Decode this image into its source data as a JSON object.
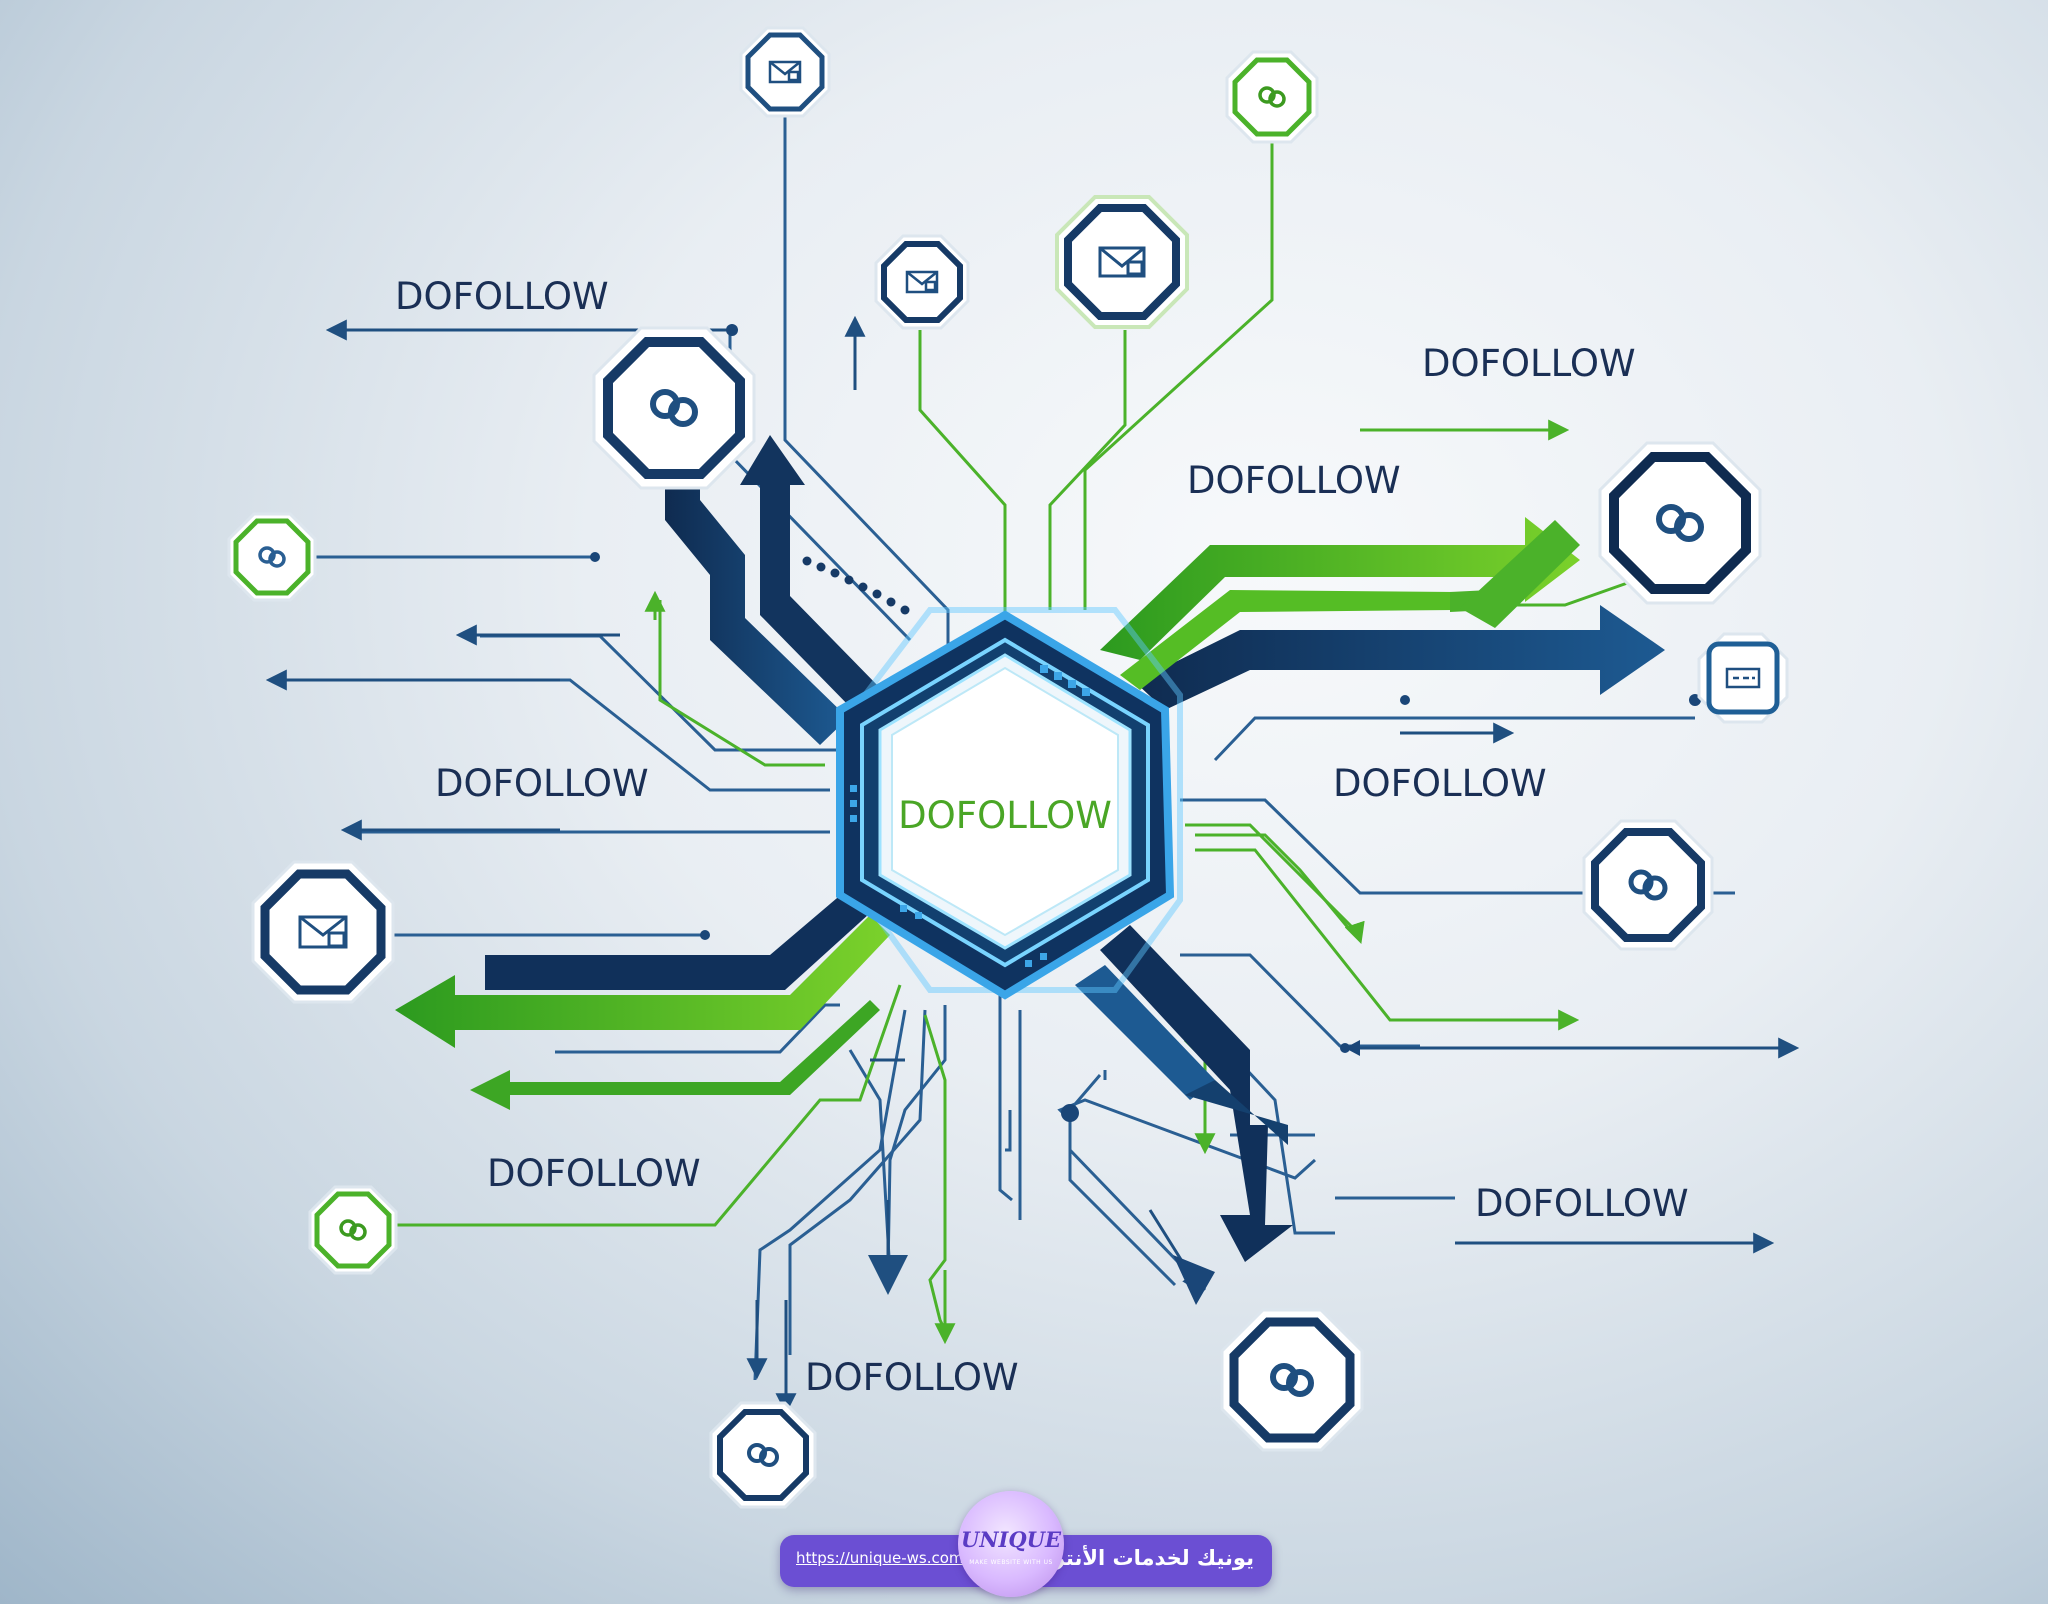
{
  "labels": {
    "center": "DOFOLLOW",
    "top_left": "DOFOLLOW",
    "upper_right": "DOFOLLOW",
    "mid_upper_right": "DOFOLLOW",
    "left": "DOFOLLOW",
    "right": "DOFOLLOW",
    "lower_left": "DOFOLLOW",
    "lower_right": "DOFOLLOW",
    "bottom": "DOFOLLOW"
  },
  "footer": {
    "url": "https://unique-ws.com",
    "name": "يونيك لخدمات الأنترنت",
    "logo_text": "UNIQUE",
    "logo_tagline": "MAKE WEBSITE WITH US"
  },
  "colors": {
    "navy": "#163a66",
    "blue": "#1f5f96",
    "green": "#4bb22a",
    "footer": "#6b4fd3"
  }
}
